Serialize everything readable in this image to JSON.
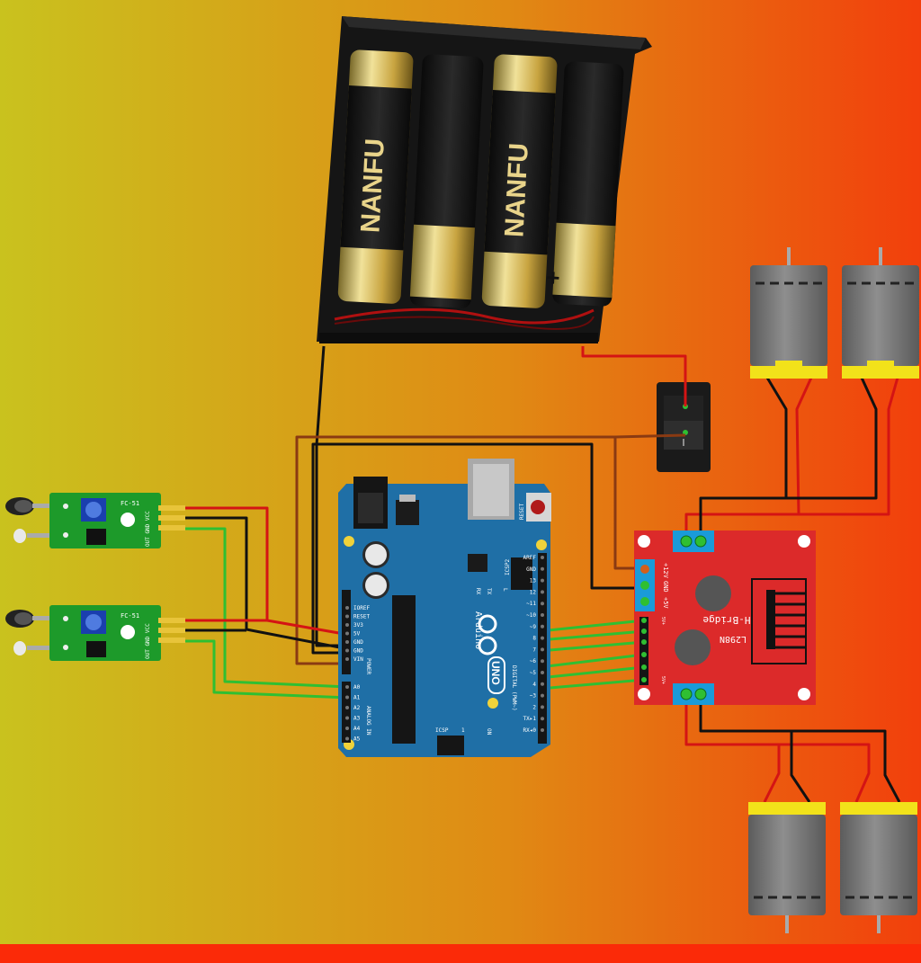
{
  "colors": {
    "bg_left": "#c9c21e",
    "bg_right": "#f23f0c",
    "bottom_bar": "#fb2a08",
    "arduino": "#1f6fa6",
    "hbridge": "#dc2a2a",
    "sensor": "#1d9a2a",
    "motor_body": "#7a7a7a",
    "motor_cap": "#f2e21a",
    "wire_red": "#d41414",
    "wire_black": "#111111",
    "wire_green": "#2fbf32",
    "wire_brown": "#8a3a12",
    "terminal": "#1a9bd9"
  },
  "battery": {
    "cells": [
      "NANFU",
      "NANFU"
    ],
    "plus": "+"
  },
  "switch": {
    "mark": "I"
  },
  "arduino": {
    "reset": "RESET",
    "brand": "Arduino",
    "model": "UNO",
    "icsp2": "ICSP2",
    "icsp": "ICSP",
    "icsp_pin": "1",
    "on": "ON",
    "tx": "TX",
    "rx": "RX",
    "l": "L",
    "power": "POWER",
    "analog": "ANALOG IN",
    "digital": "DIGITAL (PWM~)",
    "power_pins": [
      "IOREF",
      "RESET",
      "3V3",
      "5V",
      "GND",
      "GND",
      "VIN"
    ],
    "analog_pins": [
      "A0",
      "A1",
      "A2",
      "A3",
      "A4",
      "A5"
    ],
    "digital_pins": [
      "AREF",
      "GND",
      "13",
      "12",
      "~11",
      "~10",
      "~9",
      "8",
      "7",
      "~6",
      "~5",
      "4",
      "~3",
      "2",
      "TX▸1",
      "RX◂0"
    ]
  },
  "sensor_module": {
    "label": "FC-51",
    "pins": "OUT GND VCC"
  },
  "hbridge": {
    "name": "L298N",
    "subtitle": "H-Bridge",
    "pin_12v": "+12V",
    "pin_gnd": "GND",
    "pin_5v": "+5V",
    "small_1": "5V+",
    "small_2": "5V+"
  }
}
